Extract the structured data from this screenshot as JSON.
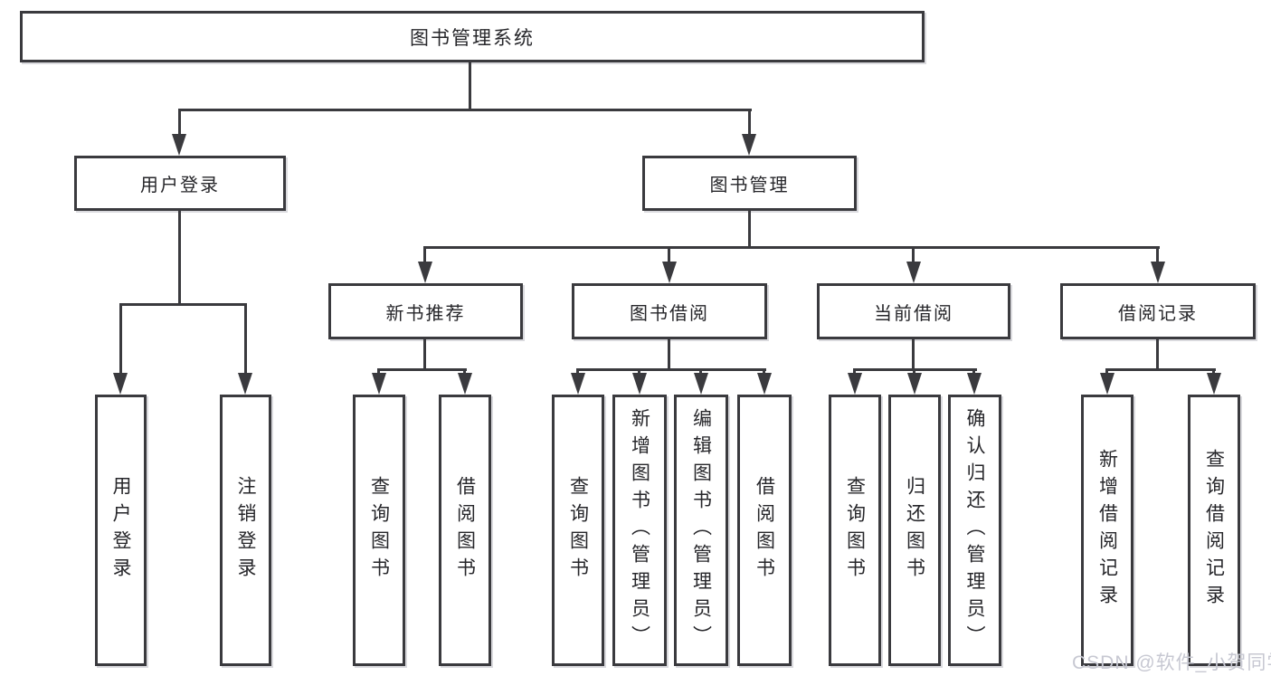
{
  "diagram": {
    "title": "图书管理系统",
    "level2": [
      "用户登录",
      "图书管理"
    ],
    "level3": [
      "新书推荐",
      "图书借阅",
      "当前借阅",
      "借阅记录"
    ],
    "leaves": {
      "user": [
        "用户登录",
        "注销登录"
      ],
      "recommend": [
        "查询图书",
        "借阅图书"
      ],
      "borrow": [
        "查询图书",
        "新增图书（管理员）",
        "编辑图书（管理员）",
        "借阅图书"
      ],
      "current": [
        "查询图书",
        "归还图书",
        "确认归还（管理员）"
      ],
      "records": [
        "新增借阅记录",
        "查询借阅记录"
      ]
    }
  },
  "watermark": "CSDN @软件_小贺同学",
  "colors": {
    "line": "#3a3a3e",
    "text": "#26262a",
    "box_bg": "#ffffff",
    "background": "#ffffff",
    "watermark": "#c7c8d2"
  }
}
